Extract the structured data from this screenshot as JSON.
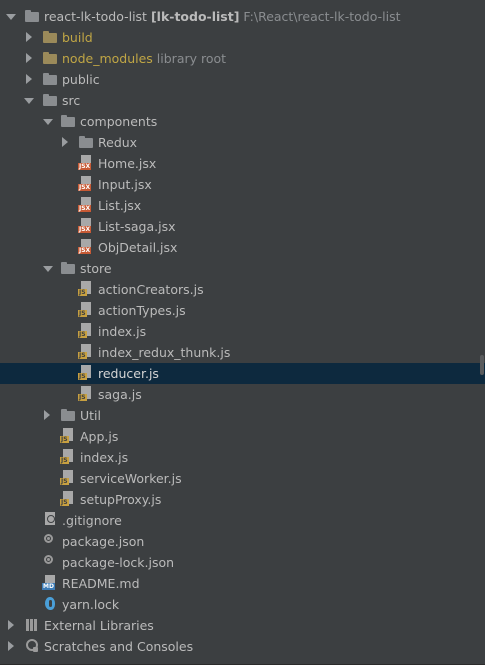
{
  "tree": {
    "root": {
      "label": "react-lk-todo-list",
      "module": "[lk-todo-list]",
      "path": "F:\\React\\react-lk-todo-list"
    },
    "items": [
      {
        "label": "build",
        "hint": ""
      },
      {
        "label": "node_modules",
        "hint": "library root"
      },
      {
        "label": "public"
      },
      {
        "label": "src"
      },
      {
        "label": "components"
      },
      {
        "label": "Redux"
      },
      {
        "label": "Home.jsx"
      },
      {
        "label": "Input.jsx"
      },
      {
        "label": "List.jsx"
      },
      {
        "label": "List-saga.jsx"
      },
      {
        "label": "ObjDetail.jsx"
      },
      {
        "label": "store"
      },
      {
        "label": "actionCreators.js"
      },
      {
        "label": "actionTypes.js"
      },
      {
        "label": "index.js"
      },
      {
        "label": "index_redux_thunk.js"
      },
      {
        "label": "reducer.js"
      },
      {
        "label": "saga.js"
      },
      {
        "label": "Util"
      },
      {
        "label": "App.js"
      },
      {
        "label": "index.js"
      },
      {
        "label": "serviceWorker.js"
      },
      {
        "label": "setupProxy.js"
      },
      {
        "label": ".gitignore"
      },
      {
        "label": "package.json"
      },
      {
        "label": "package-lock.json"
      },
      {
        "label": "README.md"
      },
      {
        "label": "yarn.lock"
      },
      {
        "label": "External Libraries"
      },
      {
        "label": "Scratches and Consoles"
      }
    ],
    "tags": {
      "jsx": "JSX",
      "js": "JS",
      "md": "MD"
    }
  },
  "colors": {
    "background": "#3c3f41",
    "selection": "#0d293e",
    "excluded": "#c0a645",
    "text": "#bbbbbb"
  }
}
